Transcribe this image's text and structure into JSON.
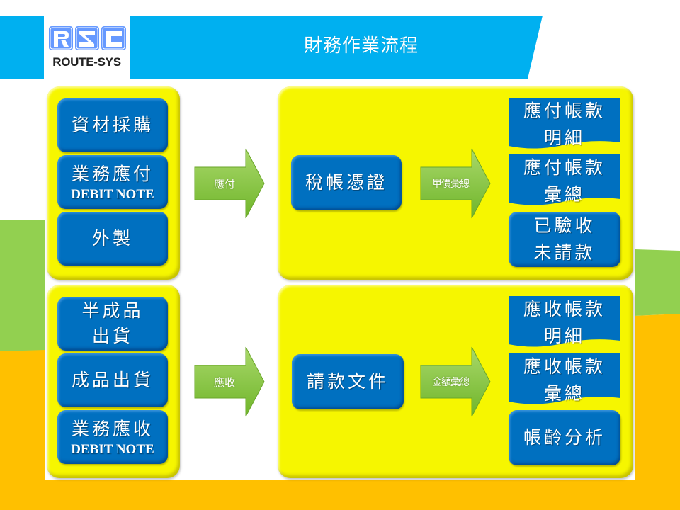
{
  "colors": {
    "header_blue": "#00b0f0",
    "group_yellow": "#f6f600",
    "box_blue": "#0070c0",
    "arrow_green": "#8cc63f",
    "band_green": "#92d050",
    "band_orange": "#ffc000"
  },
  "logo": {
    "mark": "RSC",
    "text": "ROUTE-SYS"
  },
  "header": {
    "title": "財務作業流程"
  },
  "payable_flow": {
    "sources": [
      {
        "label": "資材採購"
      },
      {
        "label": "業務應付",
        "sub": "DEBIT NOTE"
      },
      {
        "label": "外製"
      }
    ],
    "arrow_label": "應付",
    "document": {
      "label": "稅帳憑證"
    },
    "summary_arrow_label": "單價彙總",
    "outputs": [
      {
        "line1": "應付帳款",
        "line2": "明細",
        "shape": "document"
      },
      {
        "line1": "應付帳款",
        "line2": "彙總",
        "shape": "document"
      },
      {
        "line1": "已驗收",
        "line2": "未請款",
        "shape": "rounded"
      }
    ]
  },
  "receivable_flow": {
    "sources": [
      {
        "line1": "半成品",
        "line2": "出貨"
      },
      {
        "label": "成品出貨"
      },
      {
        "label": "業務應收",
        "sub": "DEBIT NOTE"
      }
    ],
    "arrow_label": "應收",
    "document": {
      "label": "請款文件"
    },
    "summary_arrow_label": "金額彙總",
    "outputs": [
      {
        "line1": "應收帳款",
        "line2": "明細",
        "shape": "document"
      },
      {
        "line1": "應收帳款",
        "line2": "彙總",
        "shape": "document"
      },
      {
        "label": "帳齡分析",
        "shape": "rounded"
      }
    ]
  }
}
